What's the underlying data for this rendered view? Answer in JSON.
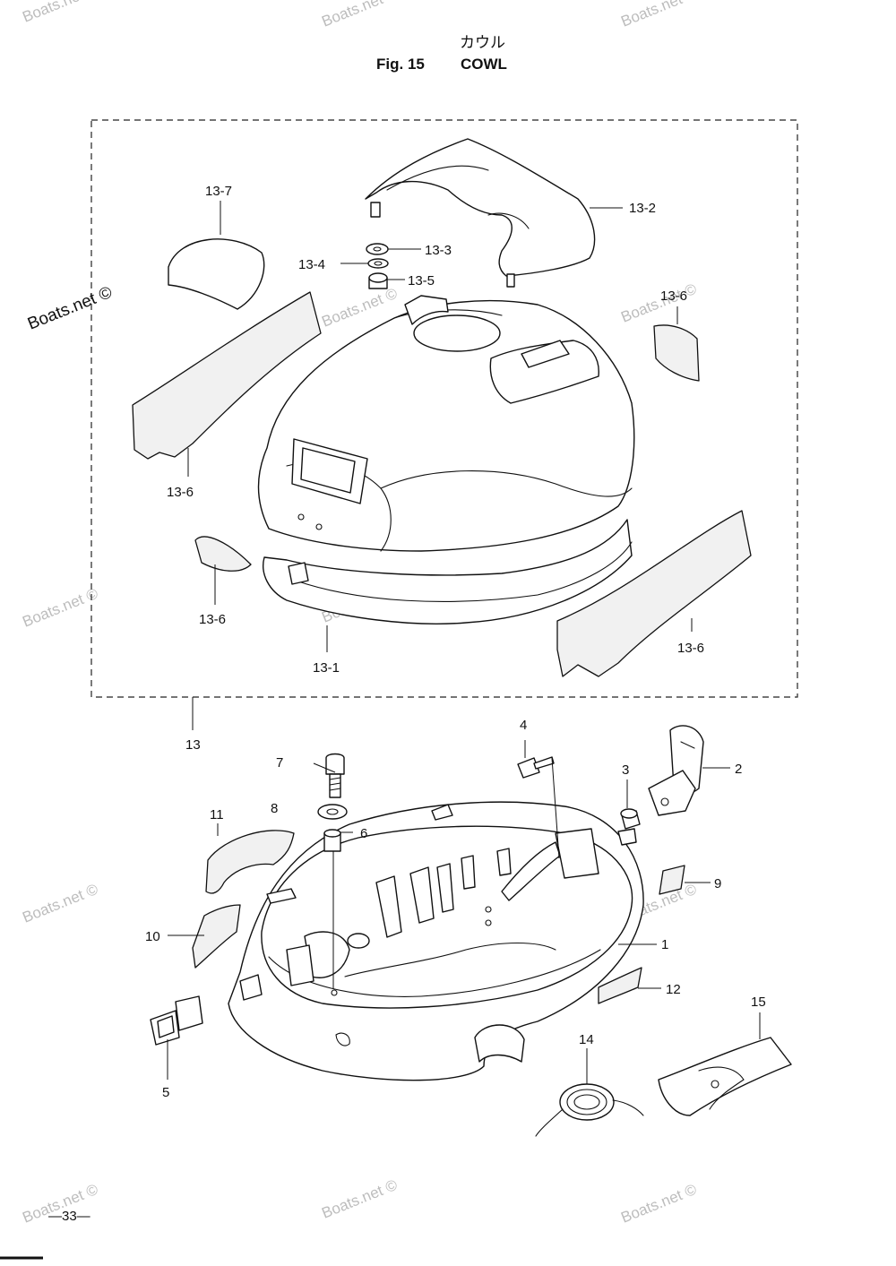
{
  "title": {
    "japanese": "カウル",
    "figure": "Fig. 15",
    "name": "COWL"
  },
  "callouts": {
    "c13_7": "13-7",
    "c13_2": "13-2",
    "c13_3": "13-3",
    "c13_4": "13-4",
    "c13_5": "13-5",
    "c13_6_right_top": "13-6",
    "c13_6_left": "13-6",
    "c13_6_small": "13-6",
    "c13_1": "13-1",
    "c13_6_right_bottom": "13-6",
    "c13": "13",
    "c1": "1",
    "c2": "2",
    "c3": "3",
    "c4": "4",
    "c5": "5",
    "c6": "6",
    "c7": "7",
    "c8": "8",
    "c9": "9",
    "c10": "10",
    "c11": "11",
    "c12": "12",
    "c14": "14",
    "c15": "15"
  },
  "watermarks": {
    "prominent": "Boats.net ©",
    "faint": "Boats.net ©"
  },
  "page_number": "—33—"
}
